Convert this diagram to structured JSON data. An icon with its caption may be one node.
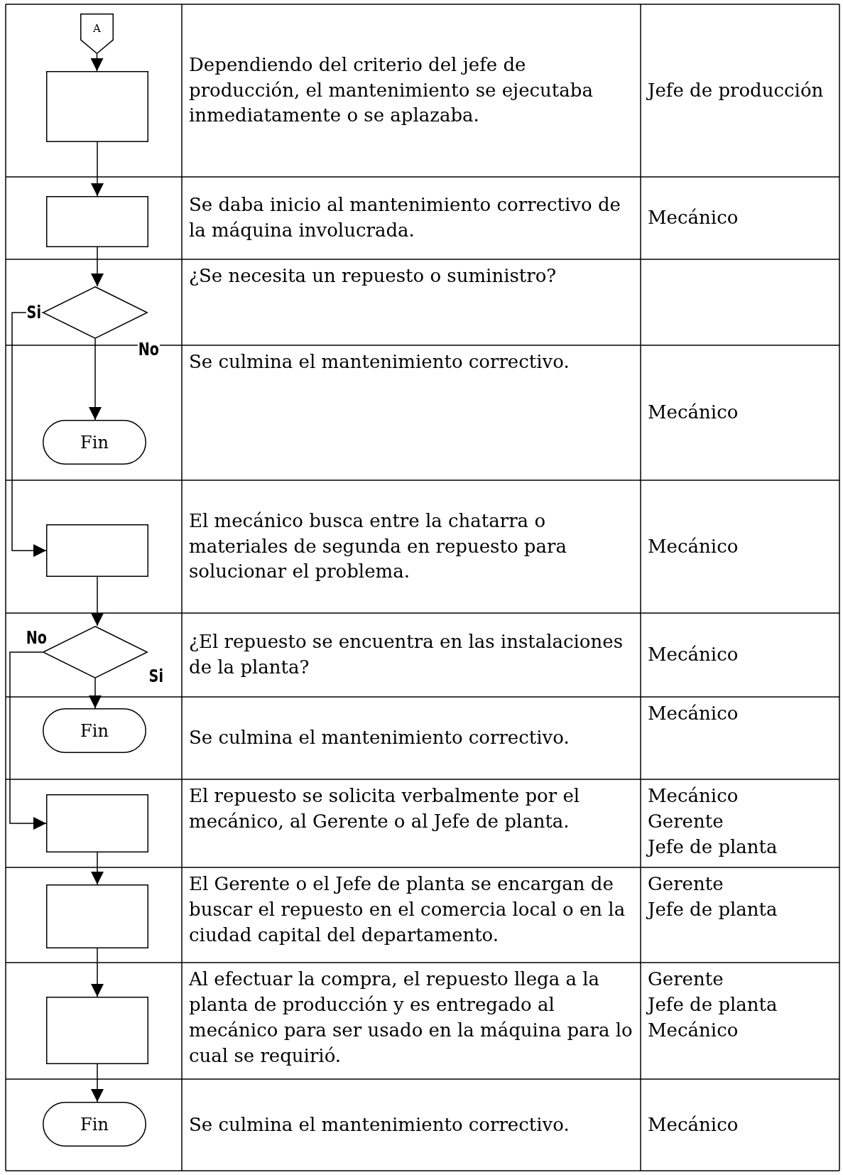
{
  "diagram": {
    "nodes": [
      {
        "text": [
          "A"
        ]
      },
      {
        "text": [],
        "shape": "box"
      },
      {
        "text": [],
        "shape": "box"
      },
      {
        "text": [],
        "shape": "diamond"
      },
      {
        "text": [
          "Fin"
        ]
      },
      {
        "text": [],
        "shape": "box"
      },
      {
        "text": [],
        "shape": "diamond"
      },
      {
        "text": [
          "Fin"
        ]
      },
      {
        "text": [],
        "shape": "box"
      },
      {
        "text": [],
        "shape": "box"
      },
      {
        "text": [],
        "shape": "box"
      },
      {
        "text": [
          "Fin"
        ]
      }
    ],
    "edges": [
      {
        "from": 0,
        "to": 1,
        "arrow": "to"
      },
      {
        "from": 1,
        "to": 2,
        "arrow": "to"
      },
      {
        "from": 2,
        "to": 3,
        "arrow": "to"
      },
      {
        "from": 3,
        "to": 4,
        "arrow": "to",
        "label": "No"
      },
      {
        "from": 3,
        "to": 5,
        "arrow": "to",
        "label": "Si"
      },
      {
        "from": 5,
        "to": 6,
        "arrow": "to"
      },
      {
        "from": 6,
        "to": 7,
        "arrow": "to",
        "label": "Si"
      },
      {
        "from": 6,
        "to": 8,
        "arrow": "to",
        "label": "No"
      },
      {
        "from": 8,
        "to": 9,
        "arrow": "to"
      },
      {
        "from": 9,
        "to": 10,
        "arrow": "to"
      },
      {
        "from": 10,
        "to": 11,
        "arrow": "to"
      }
    ],
    "labels": [
      "Dependiendo del criterio del jefe de producción, el mantenimiento se ejecutaba inmediatamente o se aplazaba.",
      "Jefe de producción",
      "Se daba inicio al mantenimiento correctivo de la máquina involucrada.",
      "Mecánico",
      "¿Se necesita un repuesto o suministro?",
      "Se culmina el mantenimiento correctivo.",
      "Mecánico",
      "El mecánico busca entre la chatarra o materiales de segunda en repuesto para solucionar el problema.",
      "Mecánico",
      "¿El repuesto se encuentra en las instalaciones de la planta?",
      "Mecánico",
      "Se culmina el mantenimiento correctivo.",
      "Mecánico",
      "El repuesto se solicita verbalmente por el mecánico, al Gerente o al Jefe de planta.",
      "Mecánico",
      "Gerente",
      "Jefe de planta",
      "El Gerente o el Jefe de planta se encargan de buscar el repuesto en el comercia local o en la ciudad capital del departamento.",
      "Gerente",
      "Jefe de planta",
      "Al efectuar la compra, el repuesto llega a la planta de producción y es entregado al mecánico para ser usado en la máquina para lo cual se requirió.",
      "Gerente",
      "Jefe de planta",
      "Mecánico",
      "Se culmina el mantenimiento correctivo.",
      "Mecánico"
    ]
  }
}
